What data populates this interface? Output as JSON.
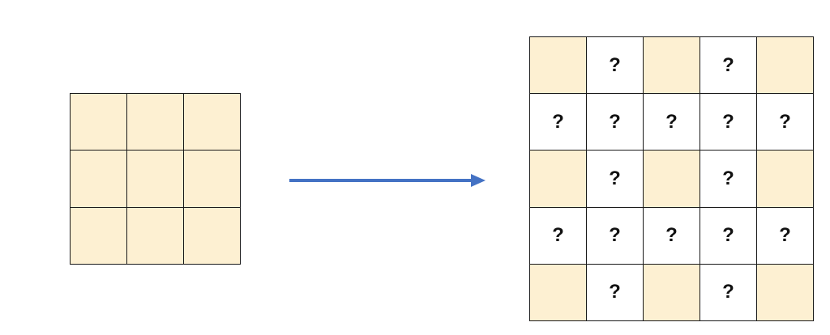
{
  "colors": {
    "known_fill": "#FDF0D2",
    "unknown_fill": "#FFFFFF",
    "arrow": "#4472C4"
  },
  "small_grid": {
    "rows": 3,
    "cols": 3
  },
  "big_grid": {
    "rows": 5,
    "cols": 5,
    "unknown_mark": "?"
  }
}
